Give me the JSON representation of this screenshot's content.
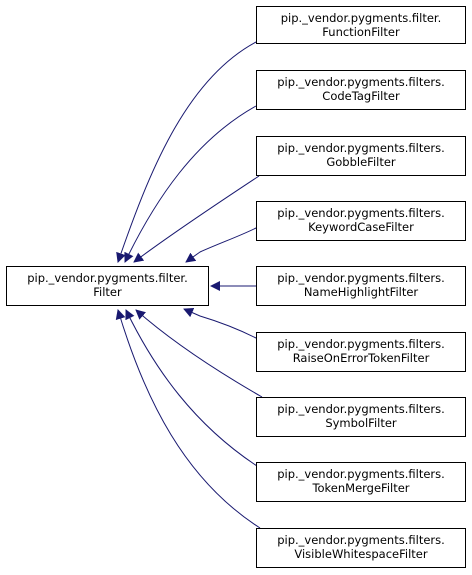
{
  "colors": {
    "edge": "#191970",
    "node_border": "#000000",
    "background": "#ffffff"
  },
  "base": {
    "line1": "pip._vendor.pygments.filter.",
    "line2": "Filter"
  },
  "derived": [
    {
      "line1": "pip._vendor.pygments.filter.",
      "line2": "FunctionFilter"
    },
    {
      "line1": "pip._vendor.pygments.filters.",
      "line2": "CodeTagFilter"
    },
    {
      "line1": "pip._vendor.pygments.filters.",
      "line2": "GobbleFilter"
    },
    {
      "line1": "pip._vendor.pygments.filters.",
      "line2": "KeywordCaseFilter"
    },
    {
      "line1": "pip._vendor.pygments.filters.",
      "line2": "NameHighlightFilter"
    },
    {
      "line1": "pip._vendor.pygments.filters.",
      "line2": "RaiseOnErrorTokenFilter"
    },
    {
      "line1": "pip._vendor.pygments.filters.",
      "line2": "SymbolFilter"
    },
    {
      "line1": "pip._vendor.pygments.filters.",
      "line2": "TokenMergeFilter"
    },
    {
      "line1": "pip._vendor.pygments.filters.",
      "line2": "VisibleWhitespaceFilter"
    }
  ]
}
